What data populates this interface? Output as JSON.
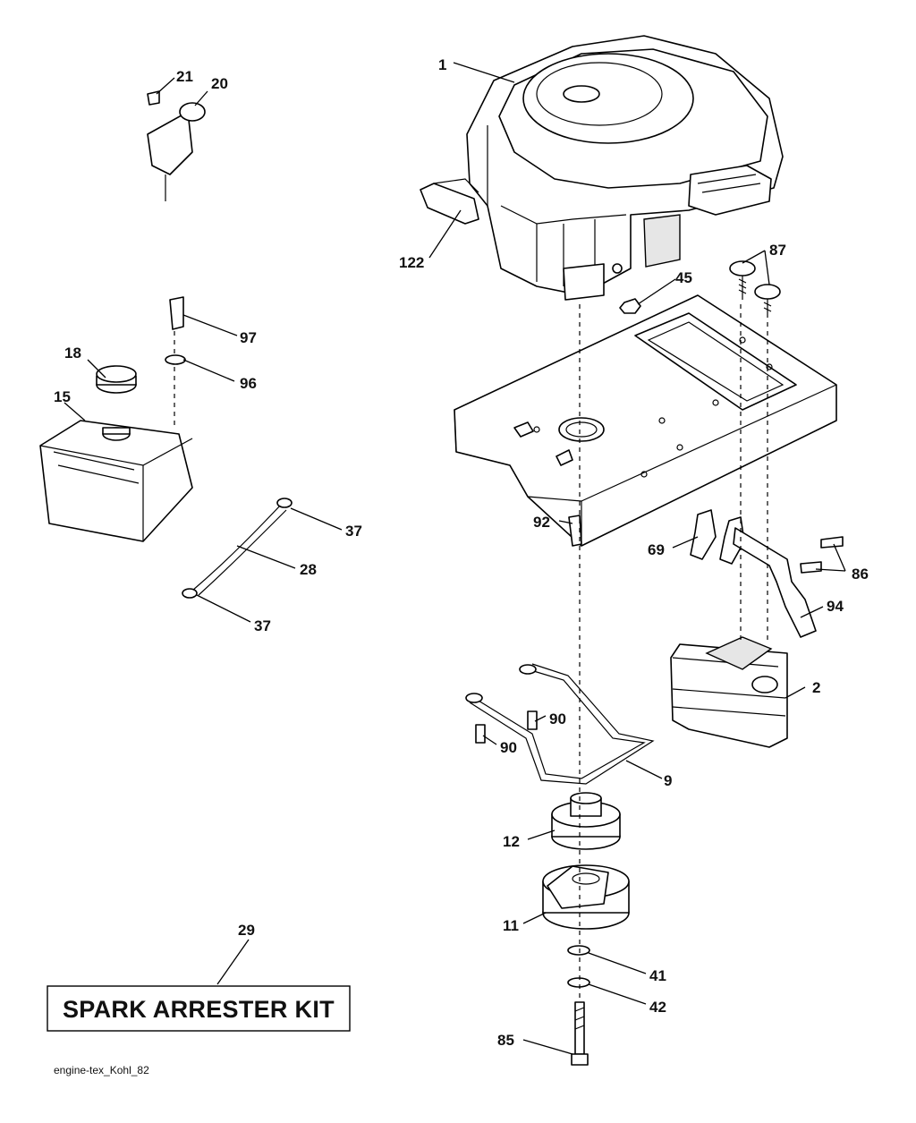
{
  "diagram": {
    "footer": "engine-tex_Kohl_82",
    "kit_label": "SPARK ARRESTER KIT",
    "callouts": {
      "c1": "1",
      "c2": "2",
      "c9": "9",
      "c11": "11",
      "c12": "12",
      "c15": "15",
      "c18": "18",
      "c20": "20",
      "c21": "21",
      "c28": "28",
      "c29": "29",
      "c37a": "37",
      "c37b": "37",
      "c41": "41",
      "c42": "42",
      "c45": "45",
      "c69": "69",
      "c85": "85",
      "c86": "86",
      "c87": "87",
      "c90a": "90",
      "c90b": "90",
      "c92": "92",
      "c94": "94",
      "c96": "96",
      "c97": "97",
      "c122": "122"
    }
  }
}
